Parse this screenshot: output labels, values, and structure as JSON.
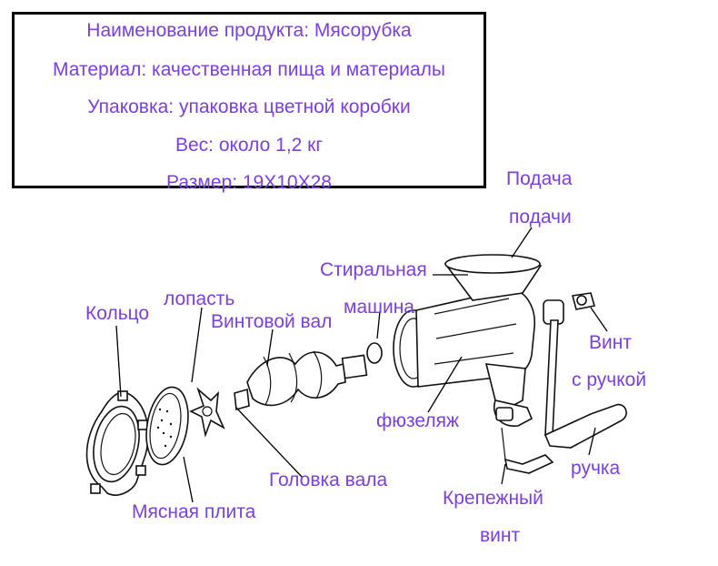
{
  "info": {
    "product_name": "Наименование продукта: Мясорубка",
    "material": "Материал: качественная пища и материалы",
    "packaging": "Упаковка: упаковка цветной коробки",
    "weight": "Вес: около 1,2 кг",
    "size": "Размер: 19X10X28"
  },
  "labels": {
    "feed_1": "Подача",
    "feed_2": "подачи",
    "washer_1": "Стиральная",
    "washer_2": "машина",
    "ring": "Кольцо",
    "blade": "лопасть",
    "screw_shaft": "Винтовой вал",
    "screw_handle_1": "Винт",
    "screw_handle_2": "с ручкой",
    "fuselage": "фюзеляж",
    "handle": "ручка",
    "shaft_head": "Головка вала",
    "meat_plate": "Мясная плита",
    "clamp_screw_1": "Крепежный",
    "clamp_screw_2": "винт"
  }
}
